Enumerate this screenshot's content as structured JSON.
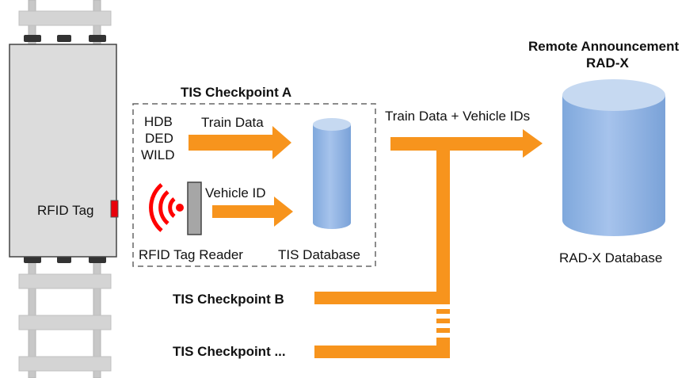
{
  "railcar": {
    "rfid_tag_label": "RFID Tag"
  },
  "checkpoint_a": {
    "title": "TIS Checkpoint A",
    "detectors": [
      "HDB",
      "DED",
      "WILD"
    ],
    "train_data_label": "Train Data",
    "vehicle_id_label": "Vehicle ID",
    "reader_label": "RFID Tag Reader",
    "database_label": "TIS Database"
  },
  "checkpoint_b": {
    "title": "TIS Checkpoint B"
  },
  "checkpoint_more": {
    "title": "TIS Checkpoint ..."
  },
  "link": {
    "label": "Train Data + Vehicle IDs"
  },
  "remote": {
    "title_line1": "Remote Announcement",
    "title_line2": "RAD-X",
    "database_label": "RAD-X Database"
  },
  "colors": {
    "arrow": "#f7941d",
    "database_fill": "#8db3e2",
    "database_top": "#c6d9f1",
    "rfid_waves": "#ff0000",
    "rfid_tag": "#e8000b",
    "railcar_body": "#dcdcdc",
    "rail": "#c8c8c8",
    "reader": "#a6a6a6"
  }
}
